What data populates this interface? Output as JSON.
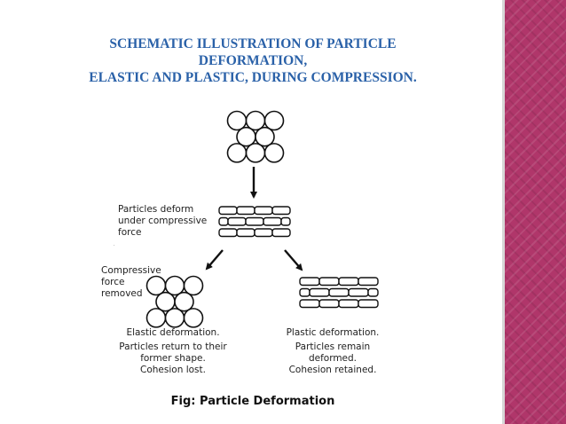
{
  "title": {
    "line1": "SCHEMATIC ILLUSTRATION OF PARTICLE",
    "line2": "DEFORMATION,",
    "line3": "ELASTIC AND PLASTIC, DURING COMPRESSION."
  },
  "labels": {
    "deform_1": "Particles deform",
    "deform_2": "under compressive",
    "deform_3": "force",
    "removed_1": "Compressive",
    "removed_2": "force",
    "removed_3": "removed",
    "elastic_1": "Elastic deformation.",
    "elastic_2": "Particles return to their",
    "elastic_3": "former shape.",
    "elastic_4": "Cohesion lost.",
    "plastic_1": "Plastic deformation.",
    "plastic_2": "Particles remain",
    "plastic_3": "deformed.",
    "plastic_4": "Cohesion retained."
  },
  "caption": "Fig: Particle Deformation",
  "colors": {
    "title": "#2a61a8",
    "sidebar": "#b0366a"
  }
}
